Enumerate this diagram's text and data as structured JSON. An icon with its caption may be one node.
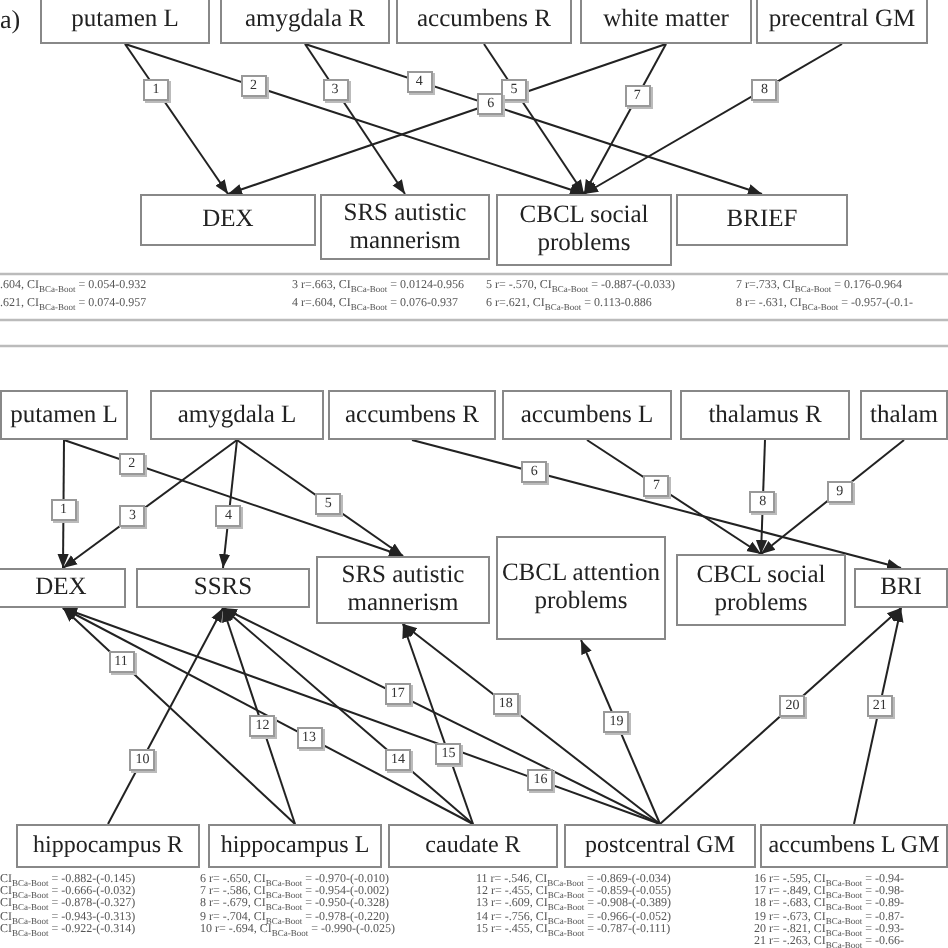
{
  "diagram": {
    "nodes": [
      {
        "text": [
          "putamen L"
        ]
      },
      {
        "text": [
          "amygdala R"
        ]
      },
      {
        "text": [
          "accumbens R"
        ]
      },
      {
        "text": [
          "white matter"
        ]
      },
      {
        "text": [
          "precentral GM"
        ]
      },
      {
        "text": [
          "DEX"
        ]
      },
      {
        "text": [
          "SRS autistic mannerism"
        ]
      },
      {
        "text": [
          "CBCL social problems"
        ]
      },
      {
        "text": [
          "BRIEF"
        ]
      },
      {
        "text": [
          "putamen L"
        ]
      },
      {
        "text": [
          "amygdala L"
        ]
      },
      {
        "text": [
          "accumbens R"
        ]
      },
      {
        "text": [
          "accumbens L"
        ]
      },
      {
        "text": [
          "thalamus R"
        ]
      },
      {
        "text": [
          "thalam"
        ]
      },
      {
        "text": [
          "DEX"
        ]
      },
      {
        "text": [
          "SSRS"
        ]
      },
      {
        "text": [
          "SRS autistic mannerism"
        ]
      },
      {
        "text": [
          "CBCL attention problems"
        ]
      },
      {
        "text": [
          "CBCL social problems"
        ]
      },
      {
        "text": [
          "BRI"
        ]
      },
      {
        "text": [
          "hippocampus R"
        ]
      },
      {
        "text": [
          "hippocampus L"
        ]
      },
      {
        "text": [
          "caudate R"
        ]
      },
      {
        "text": [
          "postcentral GM"
        ]
      },
      {
        "text": [
          "accumbens L GM"
        ]
      }
    ],
    "edges": [
      {
        "from": 0,
        "to": 5,
        "arrow": "to",
        "label": "1"
      },
      {
        "from": 0,
        "to": 7,
        "arrow": "to",
        "label": "2"
      },
      {
        "from": 1,
        "to": 6,
        "arrow": "to",
        "label": "3"
      },
      {
        "from": 1,
        "to": 8,
        "arrow": "to",
        "label": "4"
      },
      {
        "from": 2,
        "to": 7,
        "arrow": "to",
        "label": "5"
      },
      {
        "from": 3,
        "to": 5,
        "arrow": "to",
        "label": "6"
      },
      {
        "from": 3,
        "to": 7,
        "arrow": "to",
        "label": "7"
      },
      {
        "from": 4,
        "to": 7,
        "arrow": "to",
        "label": "8"
      },
      {
        "from": 9,
        "to": 15,
        "arrow": "to",
        "label": "1"
      },
      {
        "from": 9,
        "to": 17,
        "arrow": "to",
        "label": "2"
      },
      {
        "from": 10,
        "to": 15,
        "arrow": "to",
        "label": "3"
      },
      {
        "from": 10,
        "to": 16,
        "arrow": "to",
        "label": "4"
      },
      {
        "from": 10,
        "to": 17,
        "arrow": "to",
        "label": "5"
      },
      {
        "from": 11,
        "to": 20,
        "arrow": "to",
        "label": "6"
      },
      {
        "from": 12,
        "to": 19,
        "arrow": "to",
        "label": "7"
      },
      {
        "from": 13,
        "to": 19,
        "arrow": "to",
        "label": "8"
      },
      {
        "from": 14,
        "to": 19,
        "arrow": "to",
        "label": "9"
      },
      {
        "from": 21,
        "to": 16,
        "arrow": "to",
        "label": "10"
      },
      {
        "from": 22,
        "to": 15,
        "arrow": "to",
        "label": "11"
      },
      {
        "from": 22,
        "to": 16,
        "arrow": "to",
        "label": "12"
      },
      {
        "from": 23,
        "to": 15,
        "arrow": "to",
        "label": "13"
      },
      {
        "from": 23,
        "to": 16,
        "arrow": "to",
        "label": "14"
      },
      {
        "from": 23,
        "to": 17,
        "arrow": "to",
        "label": "15"
      },
      {
        "from": 24,
        "to": 15,
        "arrow": "to",
        "label": "16"
      },
      {
        "from": 24,
        "to": 16,
        "arrow": "to",
        "label": "17"
      },
      {
        "from": 24,
        "to": 17,
        "arrow": "to",
        "label": "18"
      },
      {
        "from": 24,
        "to": 18,
        "arrow": "to",
        "label": "19"
      },
      {
        "from": 24,
        "to": 20,
        "arrow": "to",
        "label": "20"
      },
      {
        "from": 25,
        "to": 20,
        "arrow": "to",
        "label": "21"
      }
    ],
    "labels": [
      "a)",
      ".604, CI$_{BCa-Boot}$ = 0.054-0.932",
      "3 r=.663, CI$_{BCa-Boot}$ = 0.0124-0.956",
      "5 r= -.570, CI$_{BCa-Boot}$ = -0.887-(-0.033)",
      "7 r=.733, CI$_{BCa-Boot}$ = 0.176-0.964",
      ".621, CI$_{BCa-Boot}$ = 0.074-0.957",
      "4 r=.604, CI$_{BCa-Boot}$ = 0.076-0.937",
      "6 r=.621, CI$_{BCa-Boot}$ = 0.113-0.886",
      "8 r= -.631, CI$_{BCa-Boot}$ = -0.957-(-0.1-",
      "CI$_{BCa-Boot}$ = -0.882-(-0.145)",
      "6 r= -.650, CI$_{BCa-Boot}$ = -0.970-(-0.010)",
      "11 r= -.546, CI$_{BCa-Boot}$ = -0.869-(-0.034)",
      "16 r= -.595, CI$_{BCa-Boot}$ = -0.94-",
      "CI$_{BCa-Boot}$ = -0.666-(-0.032)",
      "7 r= -.586, CI$_{BCa-Boot}$ = -0.954-(-0.002)",
      "12 r= -.455, CI$_{BCa-Boot}$ = -0.859-(-0.055)",
      "17 r= -.849, CI$_{BCa-Boot}$ = -0.98-",
      "CI$_{BCa-Boot}$ = -0.878-(-0.327)",
      "8 r= -.679, CI$_{BCa-Boot}$ = -0.950-(-0.328)",
      "13 r= -.609, CI$_{BCa-Boot}$ = -0.908-(-0.389)",
      "18 r= -.683, CI$_{BCa-Boot}$ = -0.89-",
      "CI$_{BCa-Boot}$ = -0.943-(-0.313)",
      "9 r= -.704, CI$_{BCa-Boot}$ = -0.978-(-0.220)",
      "14 r= -.756, CI$_{BCa-Boot}$ = -0.966-(-0.052)",
      "19 r= -.673, CI$_{BCa-Boot}$ = -0.87-",
      "CI$_{BCa-Boot}$ = -0.922-(-0.314)",
      "10 r= -.694, CI$_{BCa-Boot}$ = -0.990-(-0.025)",
      "15 r= -.455, CI$_{BCa-Boot}$ = -0.787-(-0.111)",
      "20 r= -.821, CI$_{BCa-Boot}$ = -0.93-",
      "21 r= -.263, CI$_{BCa-Boot}$ = -0.66-"
    ]
  }
}
